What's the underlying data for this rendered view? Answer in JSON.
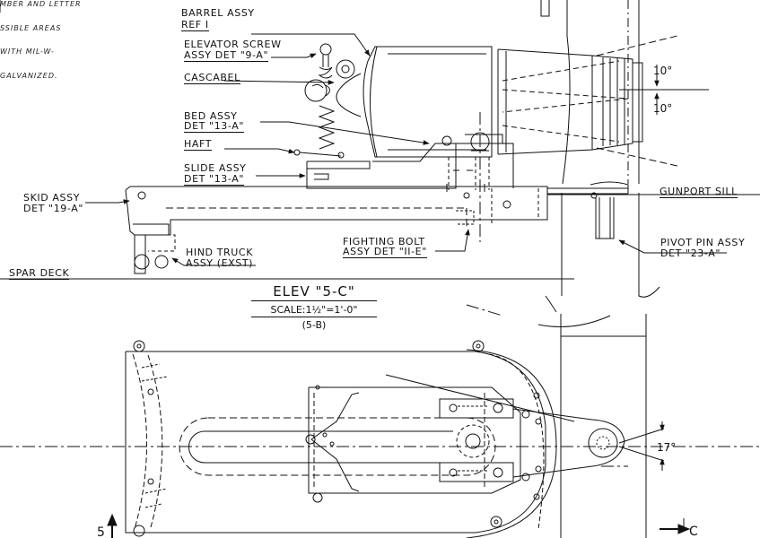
{
  "notes": [
    "MBER AND LETTER",
    "SSIBLE AREAS",
    "WITH MIL-W-",
    "GALVANIZED."
  ],
  "callouts": {
    "barrel": [
      "BARREL ASSY",
      "REF I"
    ],
    "elevator_screw": [
      "ELEVATOR SCREW",
      "ASSY DET \"9-A\""
    ],
    "cascabel": "CASCABEL",
    "bed": [
      "BED ASSY",
      "DET \"13-A\""
    ],
    "haft": "HAFT",
    "slide": [
      "SLIDE ASSY",
      "DET \"13-A\""
    ],
    "skid": [
      "SKID ASSY",
      "DET \"19-A\""
    ],
    "hind_truck": [
      "HIND TRUCK",
      "ASSY (EXST)"
    ],
    "fighting_bolt": [
      "FIGHTING BOLT",
      "ASSY DET \"II-E\""
    ],
    "gunport_sill": "GUNPORT SILL",
    "pivot_pin": [
      "PIVOT PIN ASSY",
      "DET \"23-A\""
    ],
    "spar_deck": "SPAR DECK"
  },
  "elevation_title": {
    "name": "ELEV \"5-C\"",
    "scale": "SCALE:1½\"=1'-0\"",
    "ref": "(5-B)"
  },
  "angles": {
    "upper": "10°",
    "lower": "10°",
    "plan": "17°"
  },
  "section_marks": {
    "left": "5",
    "right": "C"
  }
}
